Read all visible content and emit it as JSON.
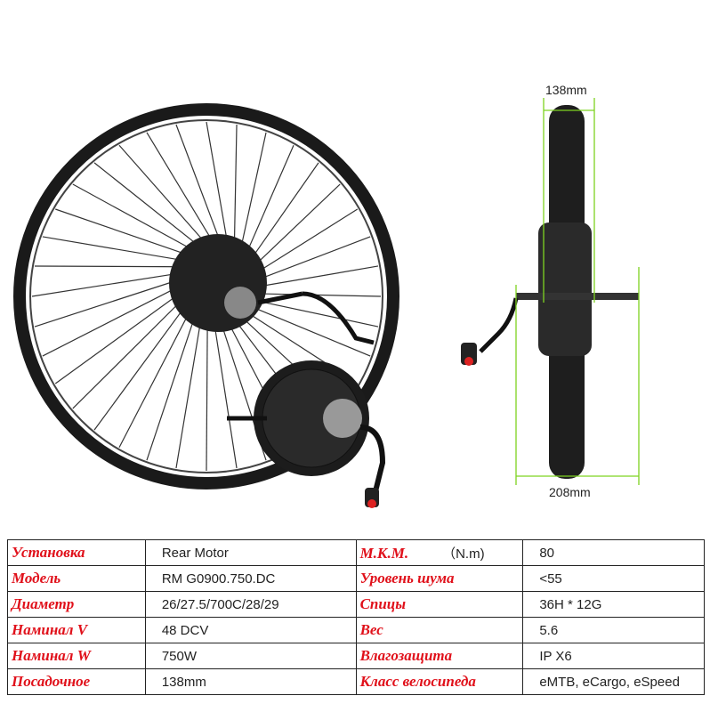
{
  "dimensions": {
    "hub_width": "138mm",
    "overall_width": "208mm"
  },
  "colors": {
    "label": "#e0101a",
    "dimension_line": "#7ed321"
  },
  "specs_left": [
    {
      "label": "Установка",
      "value": "Rear Motor"
    },
    {
      "label": "Модель",
      "value": "RM G0900.750.DC"
    },
    {
      "label": "Диаметр",
      "value": "26/27.5/700C/28/29"
    },
    {
      "label": "Наминал V",
      "value": "48 DCV"
    },
    {
      "label": "Наминал W",
      "value": "750W"
    },
    {
      "label": "Посадочное",
      "value": "138mm"
    }
  ],
  "specs_right": [
    {
      "label": "М.К.М.",
      "unit": "（N.m)",
      "value": "80"
    },
    {
      "label": "Уровень шума",
      "value": "<55"
    },
    {
      "label": "Спицы",
      "value": "36H * 12G"
    },
    {
      "label": "Вес",
      "value": "5.6"
    },
    {
      "label": "Влагозащита",
      "value": "IP X6"
    },
    {
      "label": "Класс велосипеда",
      "value": "eMTB, eCargo, eSpeed"
    }
  ]
}
